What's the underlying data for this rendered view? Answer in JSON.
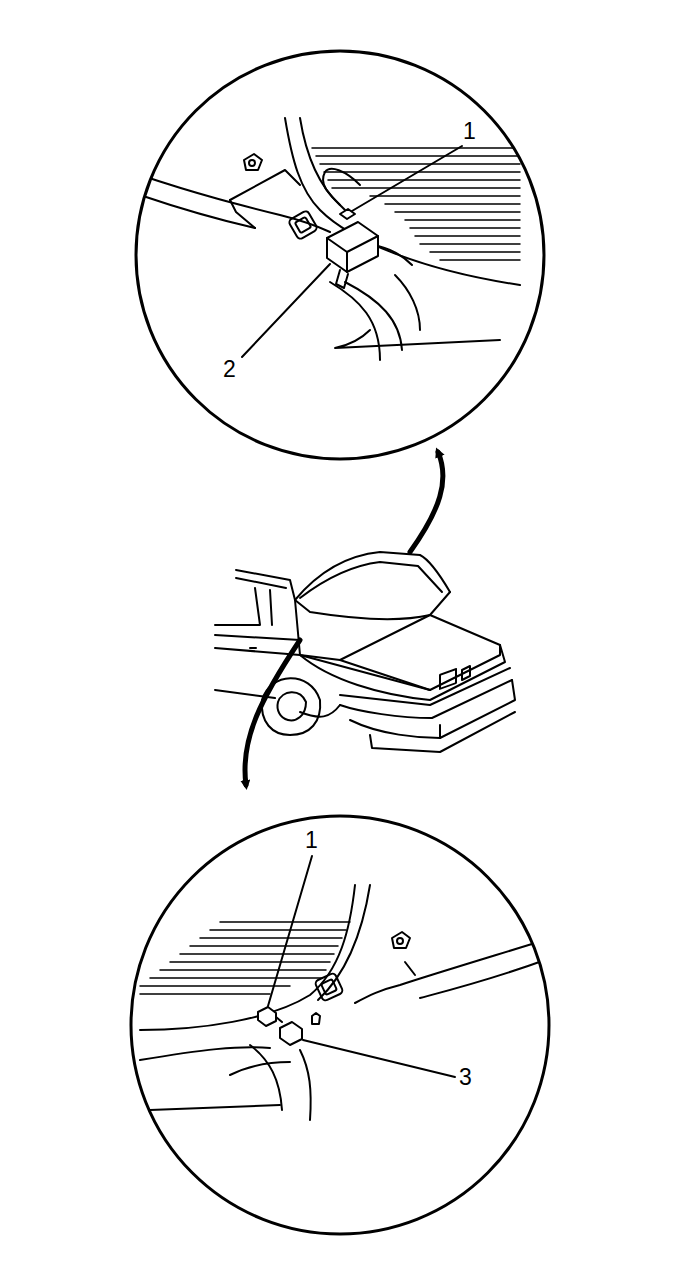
{
  "diagram": {
    "labels": [
      "1",
      "2",
      "1",
      "3"
    ]
  }
}
